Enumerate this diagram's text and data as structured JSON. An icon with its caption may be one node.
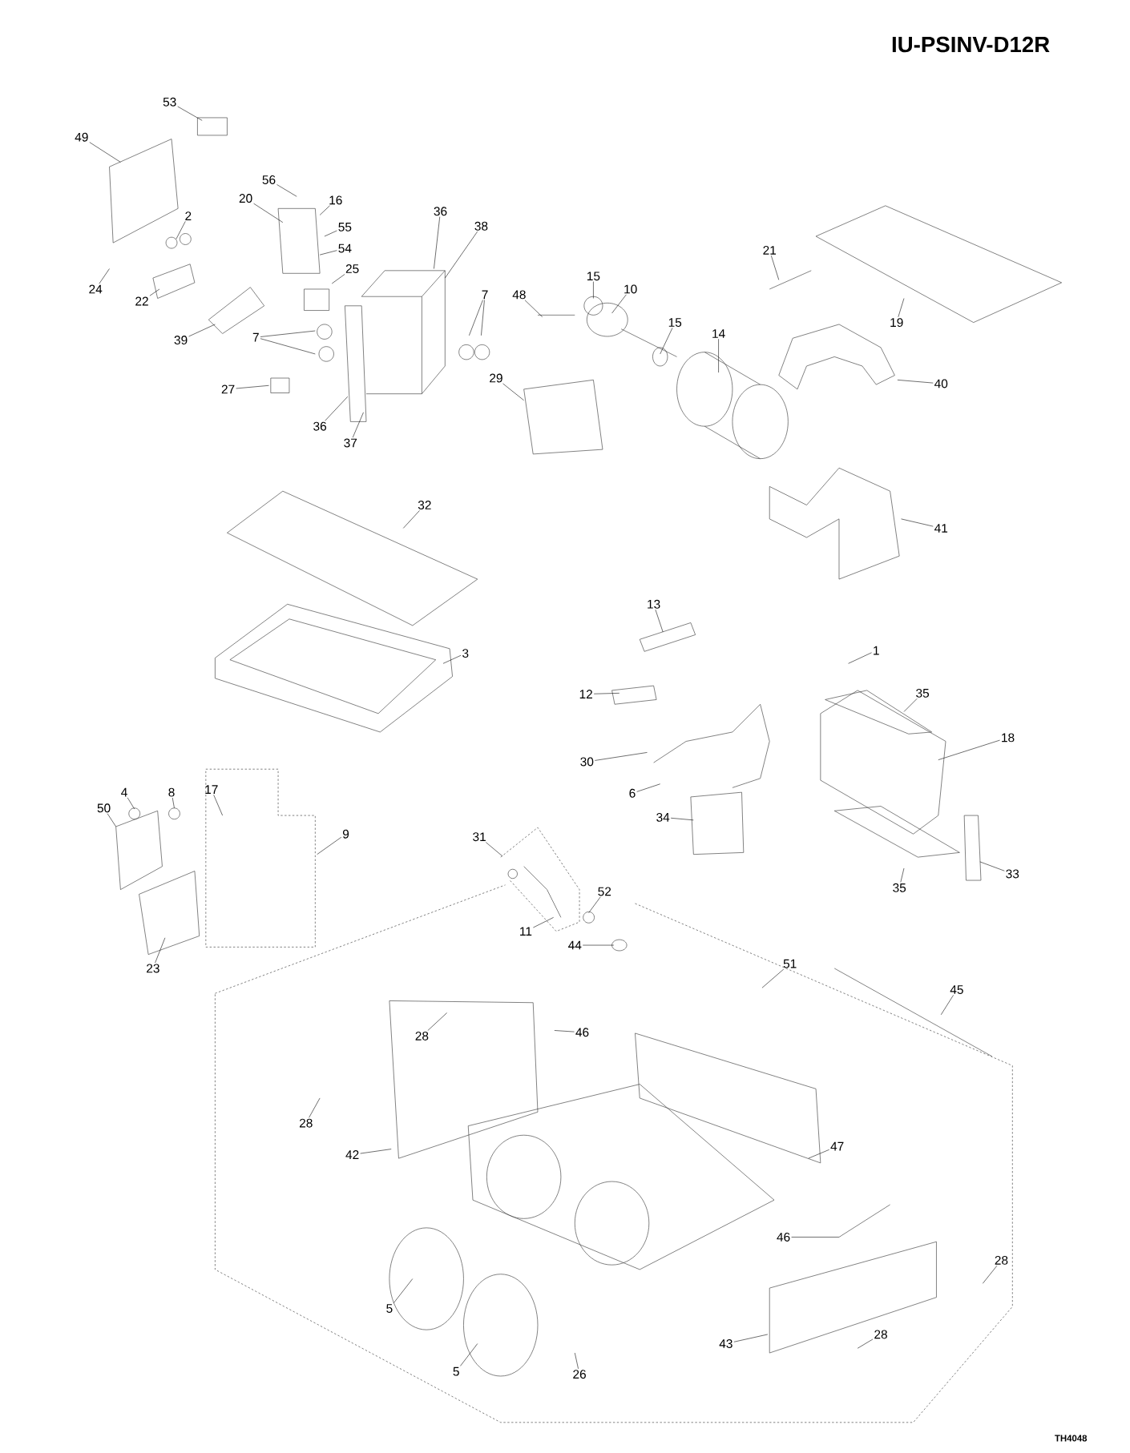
{
  "diagram": {
    "title": "IU-PSINV-D12R",
    "nodes": [
      {
        "text": [
          "53"
        ]
      },
      {
        "text": [
          "49"
        ]
      },
      {
        "text": [
          "56"
        ]
      },
      {
        "text": [
          "16"
        ]
      },
      {
        "text": [
          "20"
        ]
      },
      {
        "text": [
          "36"
        ]
      },
      {
        "text": [
          "2"
        ]
      },
      {
        "text": [
          "38"
        ]
      },
      {
        "text": [
          "55"
        ]
      },
      {
        "text": [
          "54"
        ]
      },
      {
        "text": [
          "21"
        ]
      },
      {
        "text": [
          "25"
        ]
      },
      {
        "text": [
          "15"
        ]
      },
      {
        "text": [
          "24"
        ]
      },
      {
        "text": [
          "10"
        ]
      },
      {
        "text": [
          "7"
        ]
      },
      {
        "text": [
          "48"
        ]
      },
      {
        "text": [
          "22"
        ]
      },
      {
        "text": [
          "19"
        ]
      },
      {
        "text": [
          "15"
        ]
      },
      {
        "text": [
          "14"
        ]
      },
      {
        "text": [
          "39"
        ]
      },
      {
        "text": [
          "7"
        ]
      },
      {
        "text": [
          "27"
        ]
      },
      {
        "text": [
          "29"
        ]
      },
      {
        "text": [
          "40"
        ]
      },
      {
        "text": [
          "36"
        ]
      },
      {
        "text": [
          "37"
        ]
      },
      {
        "text": [
          "32"
        ]
      },
      {
        "text": [
          "41"
        ]
      },
      {
        "text": [
          "13"
        ]
      },
      {
        "text": [
          "1"
        ]
      },
      {
        "text": [
          "3"
        ]
      },
      {
        "text": [
          "35"
        ]
      },
      {
        "text": [
          "12"
        ]
      },
      {
        "text": [
          "18"
        ]
      },
      {
        "text": [
          "30"
        ]
      },
      {
        "text": [
          "6"
        ]
      },
      {
        "text": [
          "17"
        ]
      },
      {
        "text": [
          "4"
        ]
      },
      {
        "text": [
          "8"
        ]
      },
      {
        "text": [
          "50"
        ]
      },
      {
        "text": [
          "34"
        ]
      },
      {
        "text": [
          "9"
        ]
      },
      {
        "text": [
          "31"
        ]
      },
      {
        "text": [
          "33"
        ]
      },
      {
        "text": [
          "35"
        ]
      },
      {
        "text": [
          "52"
        ]
      },
      {
        "text": [
          "11"
        ]
      },
      {
        "text": [
          "44"
        ]
      },
      {
        "text": [
          "51"
        ]
      },
      {
        "text": [
          "23"
        ]
      },
      {
        "text": [
          "45"
        ]
      },
      {
        "text": [
          "46"
        ]
      },
      {
        "text": [
          "28"
        ]
      },
      {
        "text": [
          "28"
        ]
      },
      {
        "text": [
          "47"
        ]
      },
      {
        "text": [
          "42"
        ]
      },
      {
        "text": [
          "46"
        ]
      },
      {
        "text": [
          "28"
        ]
      },
      {
        "text": [
          "5"
        ]
      },
      {
        "text": [
          "43"
        ]
      },
      {
        "text": [
          "28"
        ]
      },
      {
        "text": [
          "26"
        ]
      },
      {
        "text": [
          "5"
        ]
      }
    ],
    "edges": [
      {
        "from": 0,
        "to": null,
        "arrow": "none"
      },
      {
        "from": 1,
        "to": null,
        "arrow": "none"
      },
      {
        "from": 2,
        "to": null,
        "arrow": "none"
      },
      {
        "from": 3,
        "to": null,
        "arrow": "none"
      },
      {
        "from": 4,
        "to": null,
        "arrow": "none"
      },
      {
        "from": 5,
        "to": null,
        "arrow": "none"
      },
      {
        "from": 6,
        "to": null,
        "arrow": "none"
      },
      {
        "from": 7,
        "to": null,
        "arrow": "none"
      },
      {
        "from": 8,
        "to": null,
        "arrow": "none"
      },
      {
        "from": 9,
        "to": null,
        "arrow": "none"
      },
      {
        "from": 10,
        "to": null,
        "arrow": "none"
      },
      {
        "from": 11,
        "to": null,
        "arrow": "none"
      },
      {
        "from": 12,
        "to": null,
        "arrow": "none"
      },
      {
        "from": 13,
        "to": null,
        "arrow": "none"
      },
      {
        "from": 14,
        "to": null,
        "arrow": "none"
      },
      {
        "from": 15,
        "to": null,
        "arrow": "none"
      },
      {
        "from": 15,
        "to": null,
        "arrow": "none"
      },
      {
        "from": 16,
        "to": null,
        "arrow": "none"
      },
      {
        "from": 17,
        "to": null,
        "arrow": "none"
      },
      {
        "from": 18,
        "to": null,
        "arrow": "none"
      },
      {
        "from": 19,
        "to": null,
        "arrow": "none"
      },
      {
        "from": 20,
        "to": null,
        "arrow": "none"
      },
      {
        "from": 21,
        "to": null,
        "arrow": "none"
      },
      {
        "from": 22,
        "to": null,
        "arrow": "none"
      },
      {
        "from": 22,
        "to": null,
        "arrow": "none"
      },
      {
        "from": 23,
        "to": null,
        "arrow": "none"
      },
      {
        "from": 24,
        "to": null,
        "arrow": "none"
      },
      {
        "from": 25,
        "to": null,
        "arrow": "none"
      },
      {
        "from": 26,
        "to": null,
        "arrow": "none"
      },
      {
        "from": 27,
        "to": null,
        "arrow": "none"
      },
      {
        "from": 28,
        "to": null,
        "arrow": "none"
      },
      {
        "from": 29,
        "to": null,
        "arrow": "none"
      },
      {
        "from": 30,
        "to": null,
        "arrow": "none"
      },
      {
        "from": 31,
        "to": null,
        "arrow": "none"
      },
      {
        "from": 32,
        "to": null,
        "arrow": "none"
      },
      {
        "from": 33,
        "to": null,
        "arrow": "none"
      },
      {
        "from": 34,
        "to": null,
        "arrow": "none"
      },
      {
        "from": 35,
        "to": null,
        "arrow": "none"
      },
      {
        "from": 36,
        "to": null,
        "arrow": "none"
      },
      {
        "from": 37,
        "to": null,
        "arrow": "none"
      },
      {
        "from": 38,
        "to": null,
        "arrow": "none"
      },
      {
        "from": 39,
        "to": null,
        "arrow": "none"
      },
      {
        "from": 40,
        "to": null,
        "arrow": "none"
      },
      {
        "from": 41,
        "to": null,
        "arrow": "none"
      },
      {
        "from": 42,
        "to": null,
        "arrow": "none"
      },
      {
        "from": 43,
        "to": null,
        "arrow": "none"
      },
      {
        "from": 44,
        "to": null,
        "arrow": "none"
      },
      {
        "from": 45,
        "to": null,
        "arrow": "none"
      },
      {
        "from": 46,
        "to": null,
        "arrow": "none"
      },
      {
        "from": 47,
        "to": null,
        "arrow": "none"
      },
      {
        "from": 48,
        "to": null,
        "arrow": "none"
      },
      {
        "from": 49,
        "to": null,
        "arrow": "none"
      },
      {
        "from": 50,
        "to": null,
        "arrow": "none"
      },
      {
        "from": 51,
        "to": null,
        "arrow": "none"
      },
      {
        "from": 52,
        "to": null,
        "arrow": "none"
      },
      {
        "from": 53,
        "to": null,
        "arrow": "none"
      },
      {
        "from": 54,
        "to": null,
        "arrow": "none"
      },
      {
        "from": 55,
        "to": null,
        "arrow": "none"
      },
      {
        "from": 56,
        "to": null,
        "arrow": "none"
      },
      {
        "from": 57,
        "to": null,
        "arrow": "none"
      },
      {
        "from": 58,
        "to": null,
        "arrow": "none"
      },
      {
        "from": 59,
        "to": null,
        "arrow": "none"
      },
      {
        "from": 60,
        "to": null,
        "arrow": "none"
      },
      {
        "from": 61,
        "to": null,
        "arrow": "none"
      },
      {
        "from": 62,
        "to": null,
        "arrow": "none"
      },
      {
        "from": 63,
        "to": null,
        "arrow": "none"
      },
      {
        "from": 64,
        "to": null,
        "arrow": "none"
      }
    ],
    "labels": [
      "TH4048"
    ]
  }
}
